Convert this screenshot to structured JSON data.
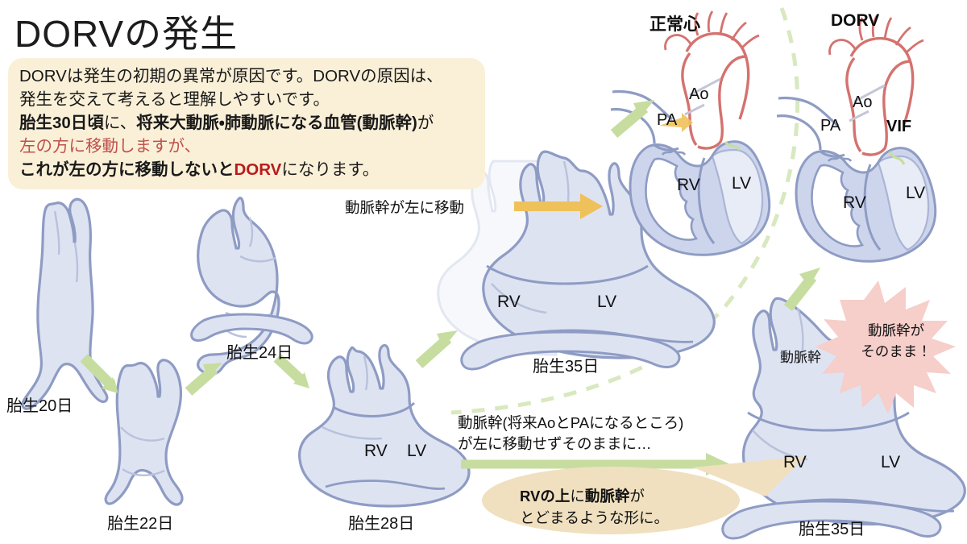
{
  "page": {
    "title": "DORVの発生",
    "background": "#ffffff"
  },
  "colors": {
    "cream_box": "#faf0d8",
    "heart_fill": "#dee3f2",
    "heart_stroke": "#8e9cc4",
    "green_arrow": "#c6dd9f",
    "green_dash": "#d8e8bf",
    "orange_arrow": "#efc15a",
    "burst_pink": "#f6ceca",
    "callout_tan": "#f0e0bf",
    "artery_red": "#d4726f",
    "accent_red_text": "#c0504d",
    "dorv_red": "#b81c1c"
  },
  "intro": {
    "line1": "DORVは発生の初期の異常が原因です。DORVの原因は、",
    "line2": "発生を交えて考えると理解しやすいです。",
    "line3_a": "胎生30日頃",
    "line3_b": "に、",
    "line3_c": "将来大動脈・肺動脈になる血管(動脈幹)",
    "line3_d": "が",
    "line4": "左の方に移動しますが、",
    "line5_a": "これが左の方に移動しないと",
    "line5_b": "DORV",
    "line5_c": "になります。"
  },
  "stages": [
    {
      "id": "day20",
      "label": "胎生20日"
    },
    {
      "id": "day22",
      "label": "胎生22日"
    },
    {
      "id": "day24",
      "label": "胎生24日"
    },
    {
      "id": "day28",
      "label": "胎生28日"
    },
    {
      "id": "day35_top",
      "label": "胎生35日"
    },
    {
      "id": "day35_bottom",
      "label": "胎生35日"
    }
  ],
  "ventricles": {
    "day28_rv": "RV",
    "day28_lv": "LV",
    "day35top_rv": "RV",
    "day35top_lv": "LV",
    "day35bottom_rv": "RV",
    "day35bottom_lv": "LV",
    "normal_rv": "RV",
    "normal_lv": "LV",
    "dorv_rv": "RV",
    "dorv_lv": "LV"
  },
  "annotations": {
    "truncus_moves_left": "動脈幹が左に移動",
    "truncus_label": "動脈幹",
    "burst_line1": "動脈幹が",
    "burst_line2": "そのまま！",
    "path_line1": "動脈幹(将来AoとPAになるところ)",
    "path_line2": "が左に移動せずそのままに…",
    "callout_line1_a": "RVの上",
    "callout_line1_b": "に",
    "callout_line1_c": "動脈幹",
    "callout_line1_d": "が",
    "callout_line2": "とどまるような形に。"
  },
  "hearts": {
    "normal": {
      "title": "正常心",
      "ao": "Ao",
      "pa": "PA"
    },
    "dorv": {
      "title": "DORV",
      "ao": "Ao",
      "pa": "PA",
      "vif": "VIF"
    }
  }
}
